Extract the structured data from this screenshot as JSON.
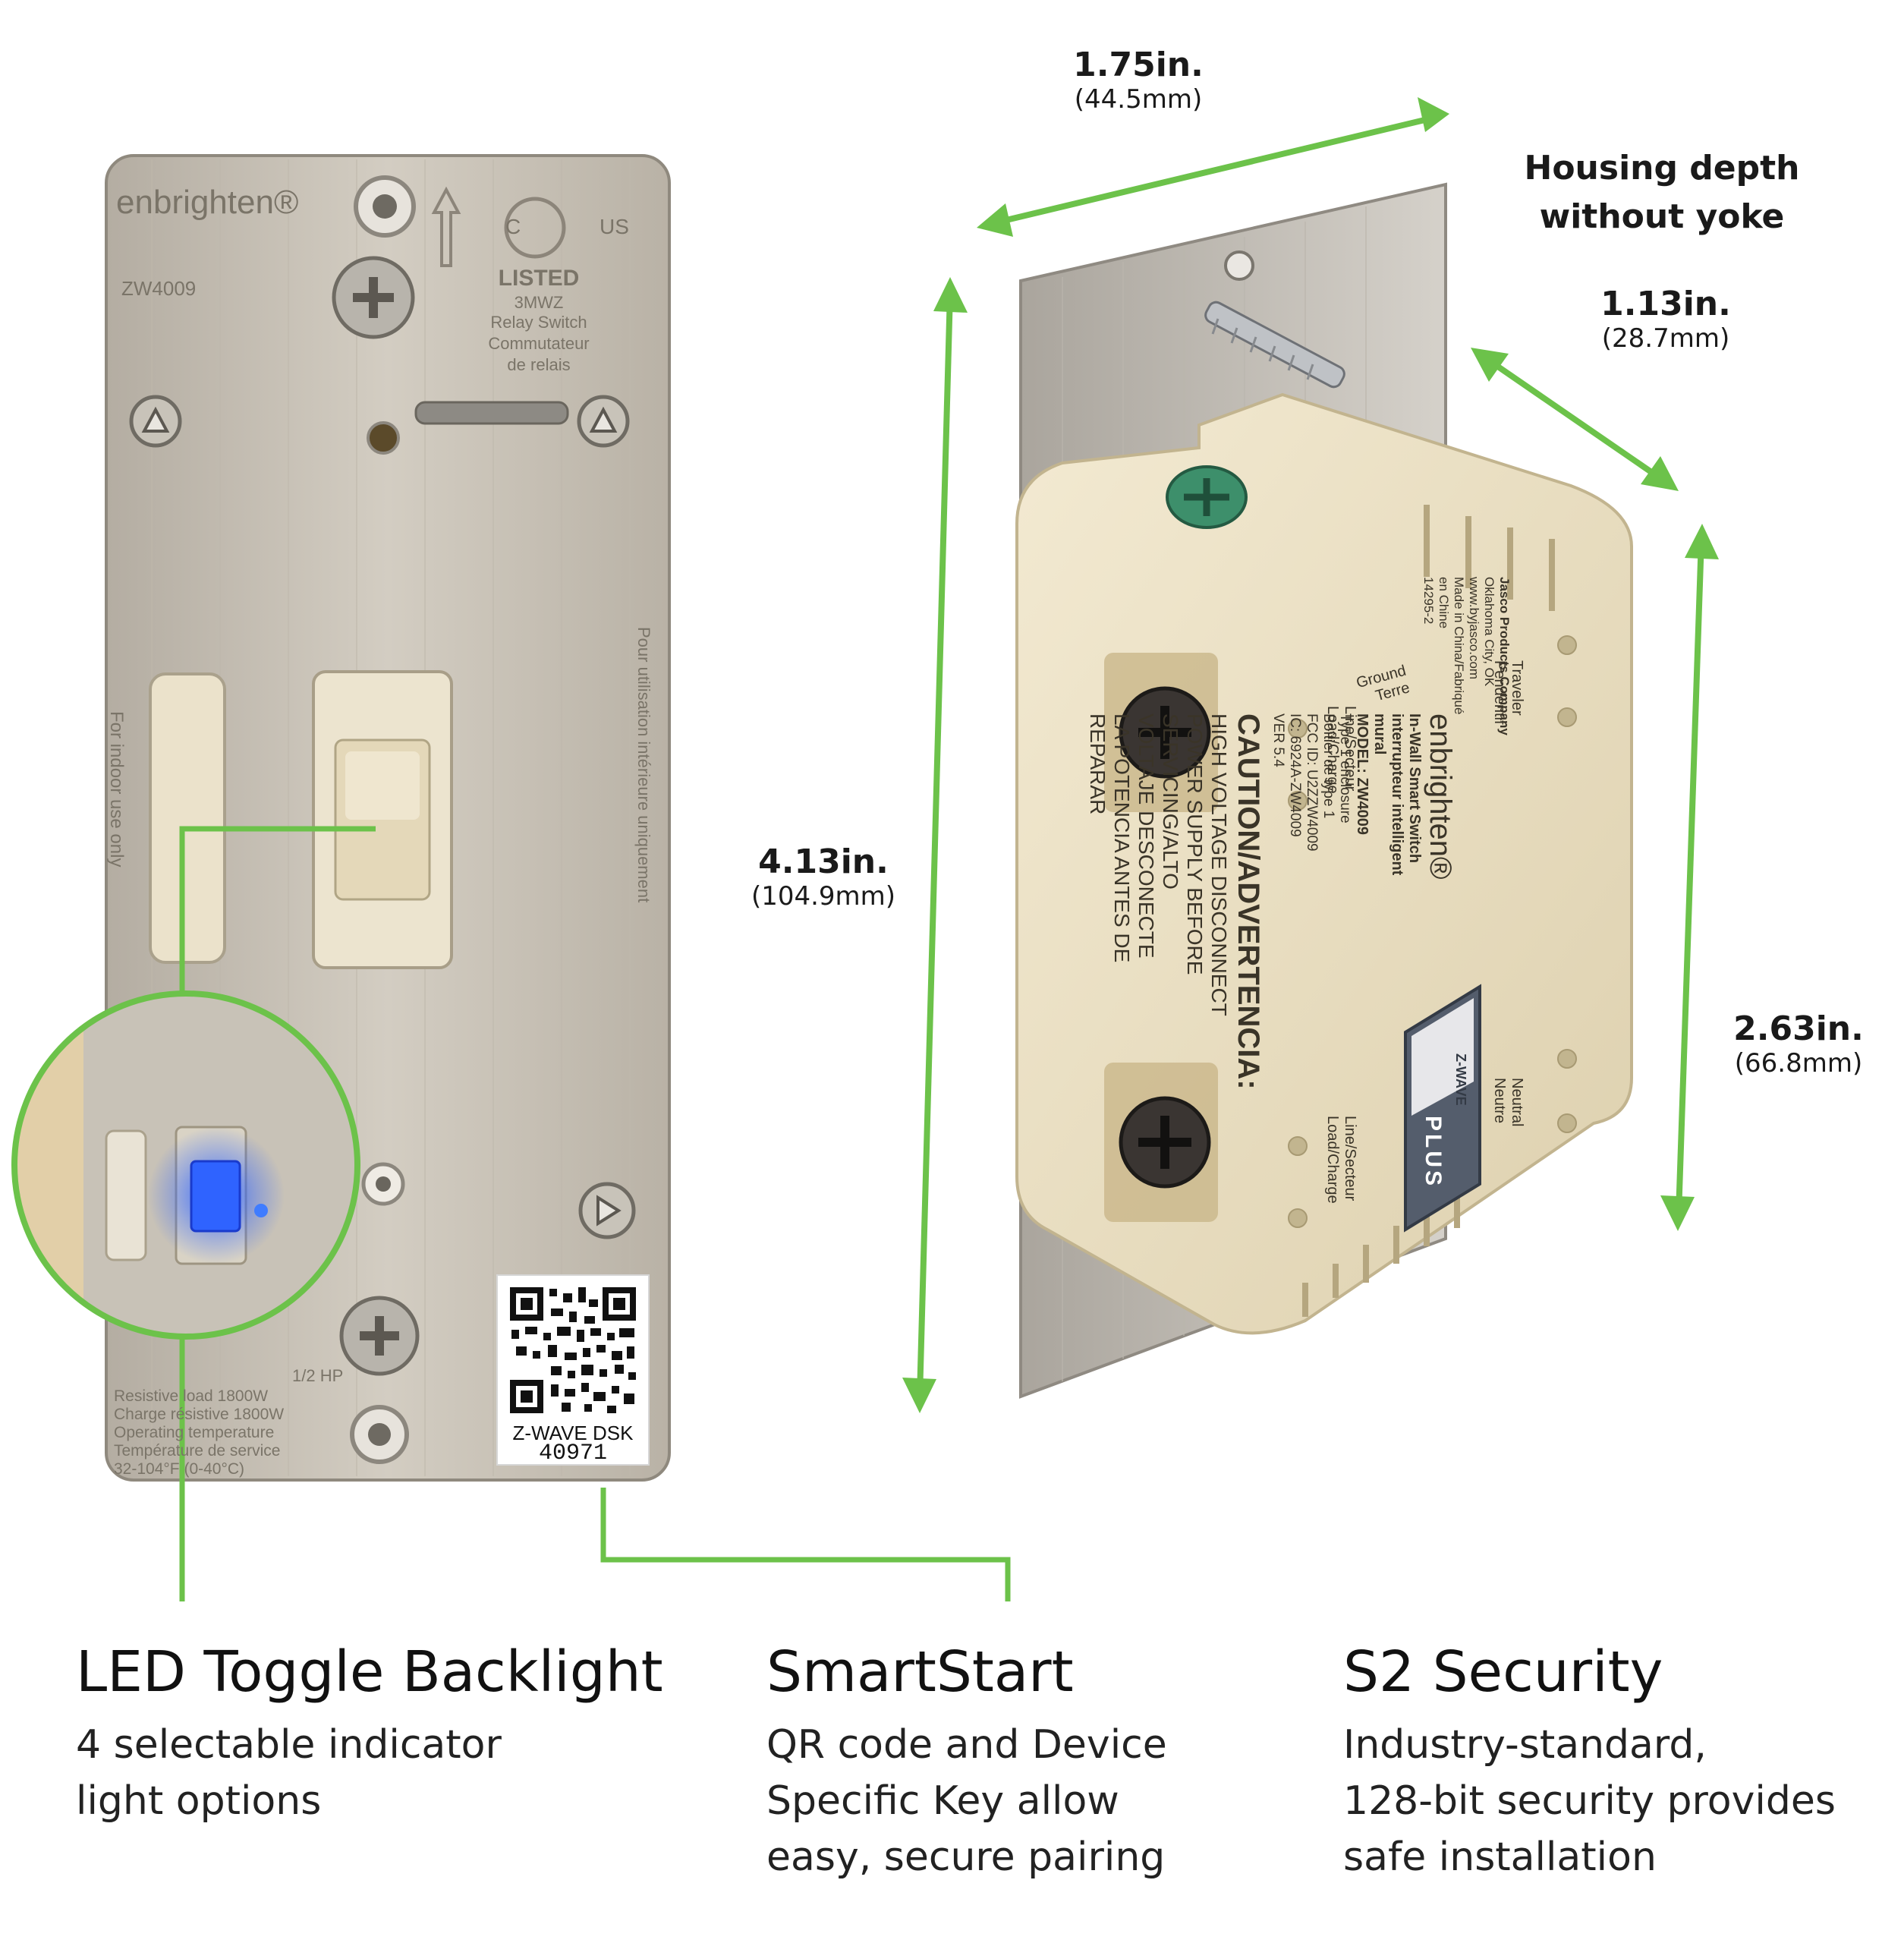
{
  "dimensions": {
    "width": {
      "main": "1.75in.",
      "sub": "(44.5mm)"
    },
    "height": {
      "main": "4.13in.",
      "sub": "(104.9mm)"
    },
    "depth_label": {
      "line1": "Housing depth",
      "line2": "without yoke"
    },
    "depth": {
      "main": "1.13in.",
      "sub": "(28.7mm)"
    },
    "housing_height": {
      "main": "2.63in.",
      "sub": "(66.8mm)"
    }
  },
  "front_plate": {
    "brand": "enbrighten®",
    "model": "ZW4009",
    "ul": {
      "listed": "LISTED",
      "code": "3MWZ",
      "line1": "Relay Switch",
      "line2": "Commutateur",
      "line3": "de relais",
      "left": "C",
      "right": "US"
    },
    "side_text_left": "For indoor use only",
    "side_text_right": "Pour utilisation intérieure uniquement",
    "ratings": [
      "Resistive load 1800W",
      "Charge résistive 1800W",
      "Operating temperature",
      "Température de service",
      "32-104°F (0-40°C)"
    ],
    "ratings_top": "1/2 HP",
    "qr_label": "Z-WAVE DSK",
    "qr_code": "40971"
  },
  "housing": {
    "brand": "enbrighten®",
    "product": [
      "In-Wall Smart Switch",
      "interrupteur intelligent",
      "mural"
    ],
    "model": "MODEL: ZW4009",
    "type": [
      "Type 1 enclosure",
      "Boîtier de type 1"
    ],
    "fcc": "FCC ID: U2ZZW4009",
    "ic": "IC: 6924A-ZW4009",
    "ver": "VER 5.4",
    "maker": [
      "Jasco Products Company",
      "Oklahoma City, OK",
      "www.byjasco.com",
      "Made in China/Fabriqué",
      "en Chine",
      "14295-2"
    ],
    "caution": [
      "CAUTION/ADVERTENCIA:",
      "HIGH VOLTAGE DISCONNECT",
      "POWER SUPPLY BEFORE",
      "SERVICING/ALTO",
      "VOLTAJE DESCONECTE",
      "LA POTENCIA ANTES DE",
      "REPARAR"
    ],
    "terminals": {
      "traveler": [
        "Traveler",
        "Pendentif"
      ],
      "ground": [
        "Ground",
        "Terre"
      ],
      "line_load_top": [
        "Line/Secteur",
        "Load/Charge"
      ],
      "neutral": [
        "Neutral",
        "Neutre"
      ],
      "line_load_bottom": [
        "Line/Secteur",
        "Load/Charge"
      ]
    },
    "zwave": {
      "top": "Z-WAVE",
      "bottom": "PLUS"
    }
  },
  "features": [
    {
      "title": "LED Toggle Backlight",
      "desc": [
        "4 selectable indicator",
        "light options"
      ]
    },
    {
      "title": "SmartStart",
      "desc": [
        "QR code and Device",
        "Specific Key allow",
        "easy, secure pairing"
      ]
    },
    {
      "title": "S2 Security",
      "desc": [
        "Industry-standard,",
        "128-bit security provides",
        "safe installation"
      ]
    }
  ],
  "colors": {
    "accent": "#6cc24a",
    "plate": "#c9c2b6",
    "housing": "#ece1c4",
    "led": "#2f63ff"
  }
}
